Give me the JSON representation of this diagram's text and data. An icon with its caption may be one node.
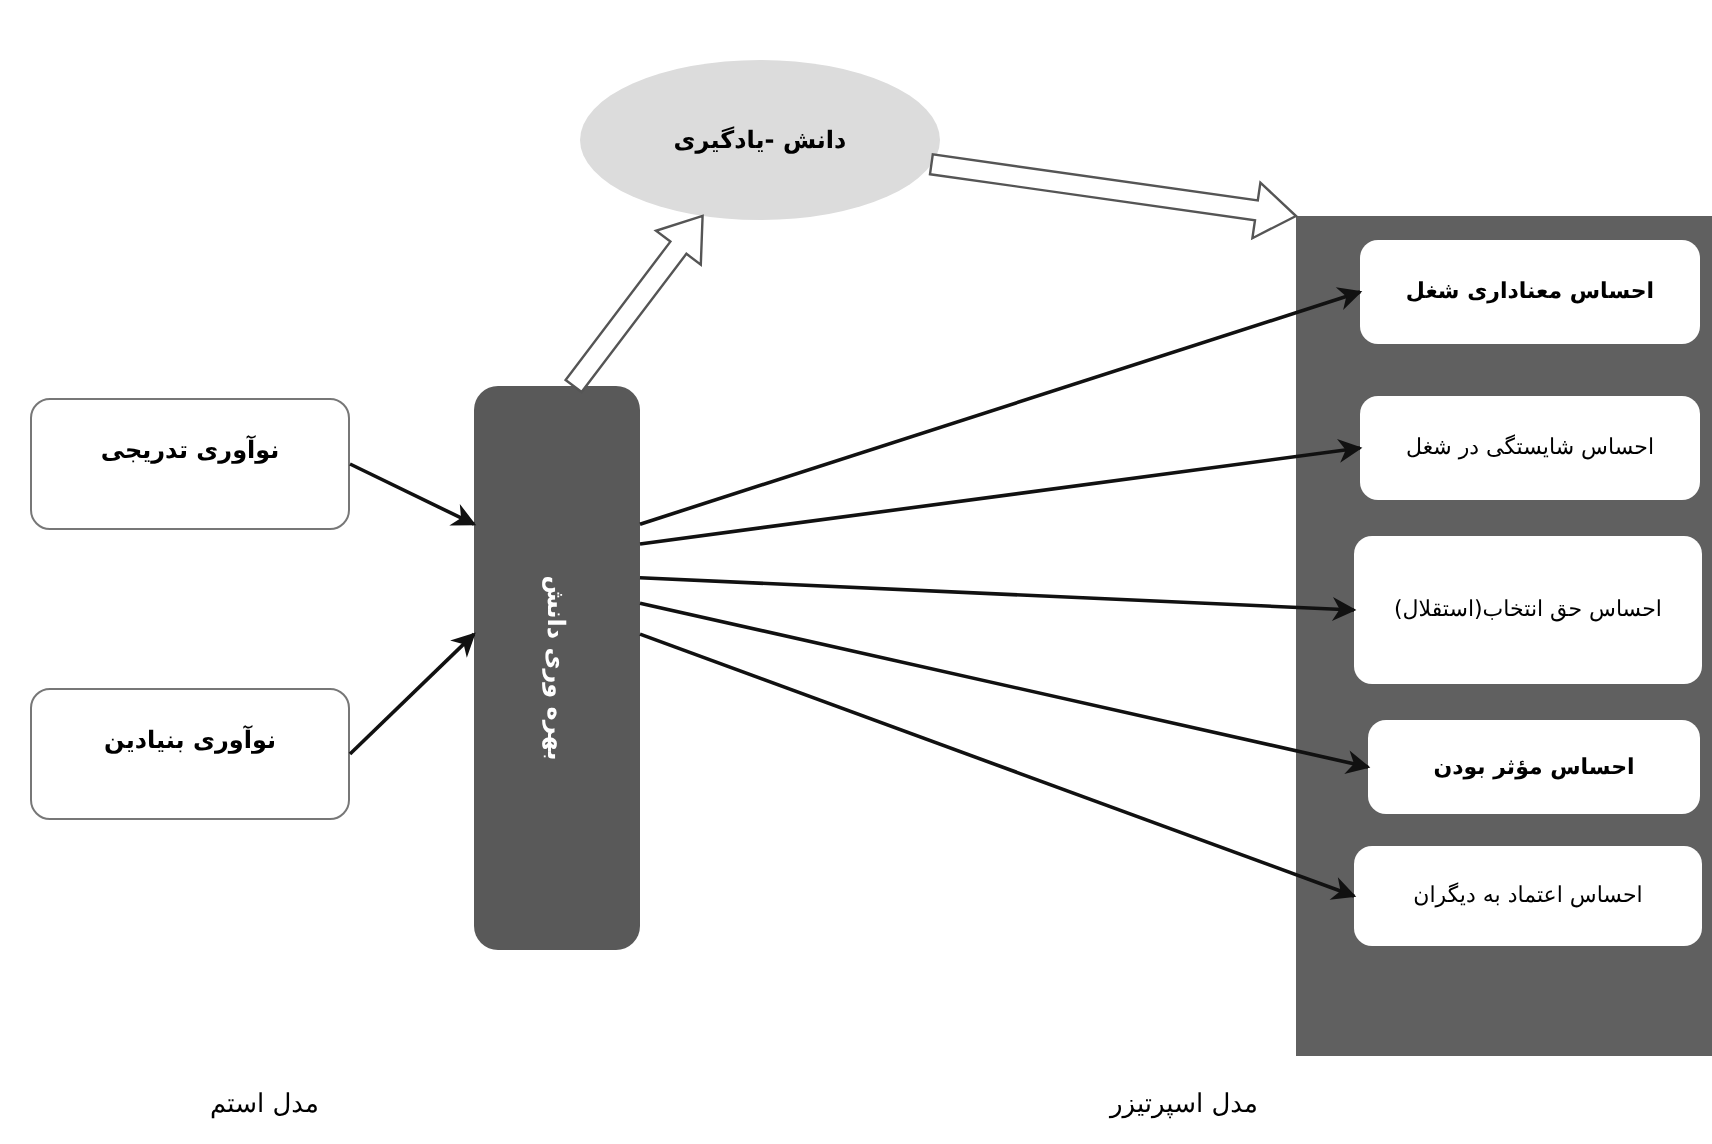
{
  "diagram": {
    "nodes": [
      {
        "text": [
          "دانش -یادگیری"
        ]
      },
      {
        "text": [
          "نوآوری تدریجی"
        ]
      },
      {
        "text": [
          "نوآوری بنیادین"
        ]
      },
      {
        "text": [
          "بهره وری دانش"
        ]
      },
      {
        "text": [],
        "shape": "box"
      },
      {
        "text": [
          "احساس معناداری شغل"
        ],
        "in": 4
      },
      {
        "text": [
          "احساس شایستگی در شغل"
        ],
        "in": 4
      },
      {
        "text": [
          "احساس حق انتخاب(استقلال)"
        ],
        "in": 4
      },
      {
        "text": [
          "احساس مؤثر بودن"
        ],
        "in": 4
      },
      {
        "text": [
          "احساس اعتماد به دیگران"
        ],
        "in": 4
      }
    ],
    "edges": [
      {
        "from": 1,
        "to": 3,
        "arrow": "to"
      },
      {
        "from": 2,
        "to": 3,
        "arrow": "to"
      },
      {
        "from": 3,
        "to": 5,
        "arrow": "to"
      },
      {
        "from": 3,
        "to": 6,
        "arrow": "to"
      },
      {
        "from": 3,
        "to": 7,
        "arrow": "to"
      },
      {
        "from": 3,
        "to": 8,
        "arrow": "to"
      },
      {
        "from": 3,
        "to": 9,
        "arrow": "to"
      },
      {
        "from": 3,
        "to": 0,
        "arrow": "to",
        "style": "thick"
      },
      {
        "from": 0,
        "to": 4,
        "arrow": "to",
        "style": "thick"
      }
    ],
    "labels": [
      "مدل استم",
      "مدل اسپرتیزر"
    ]
  }
}
